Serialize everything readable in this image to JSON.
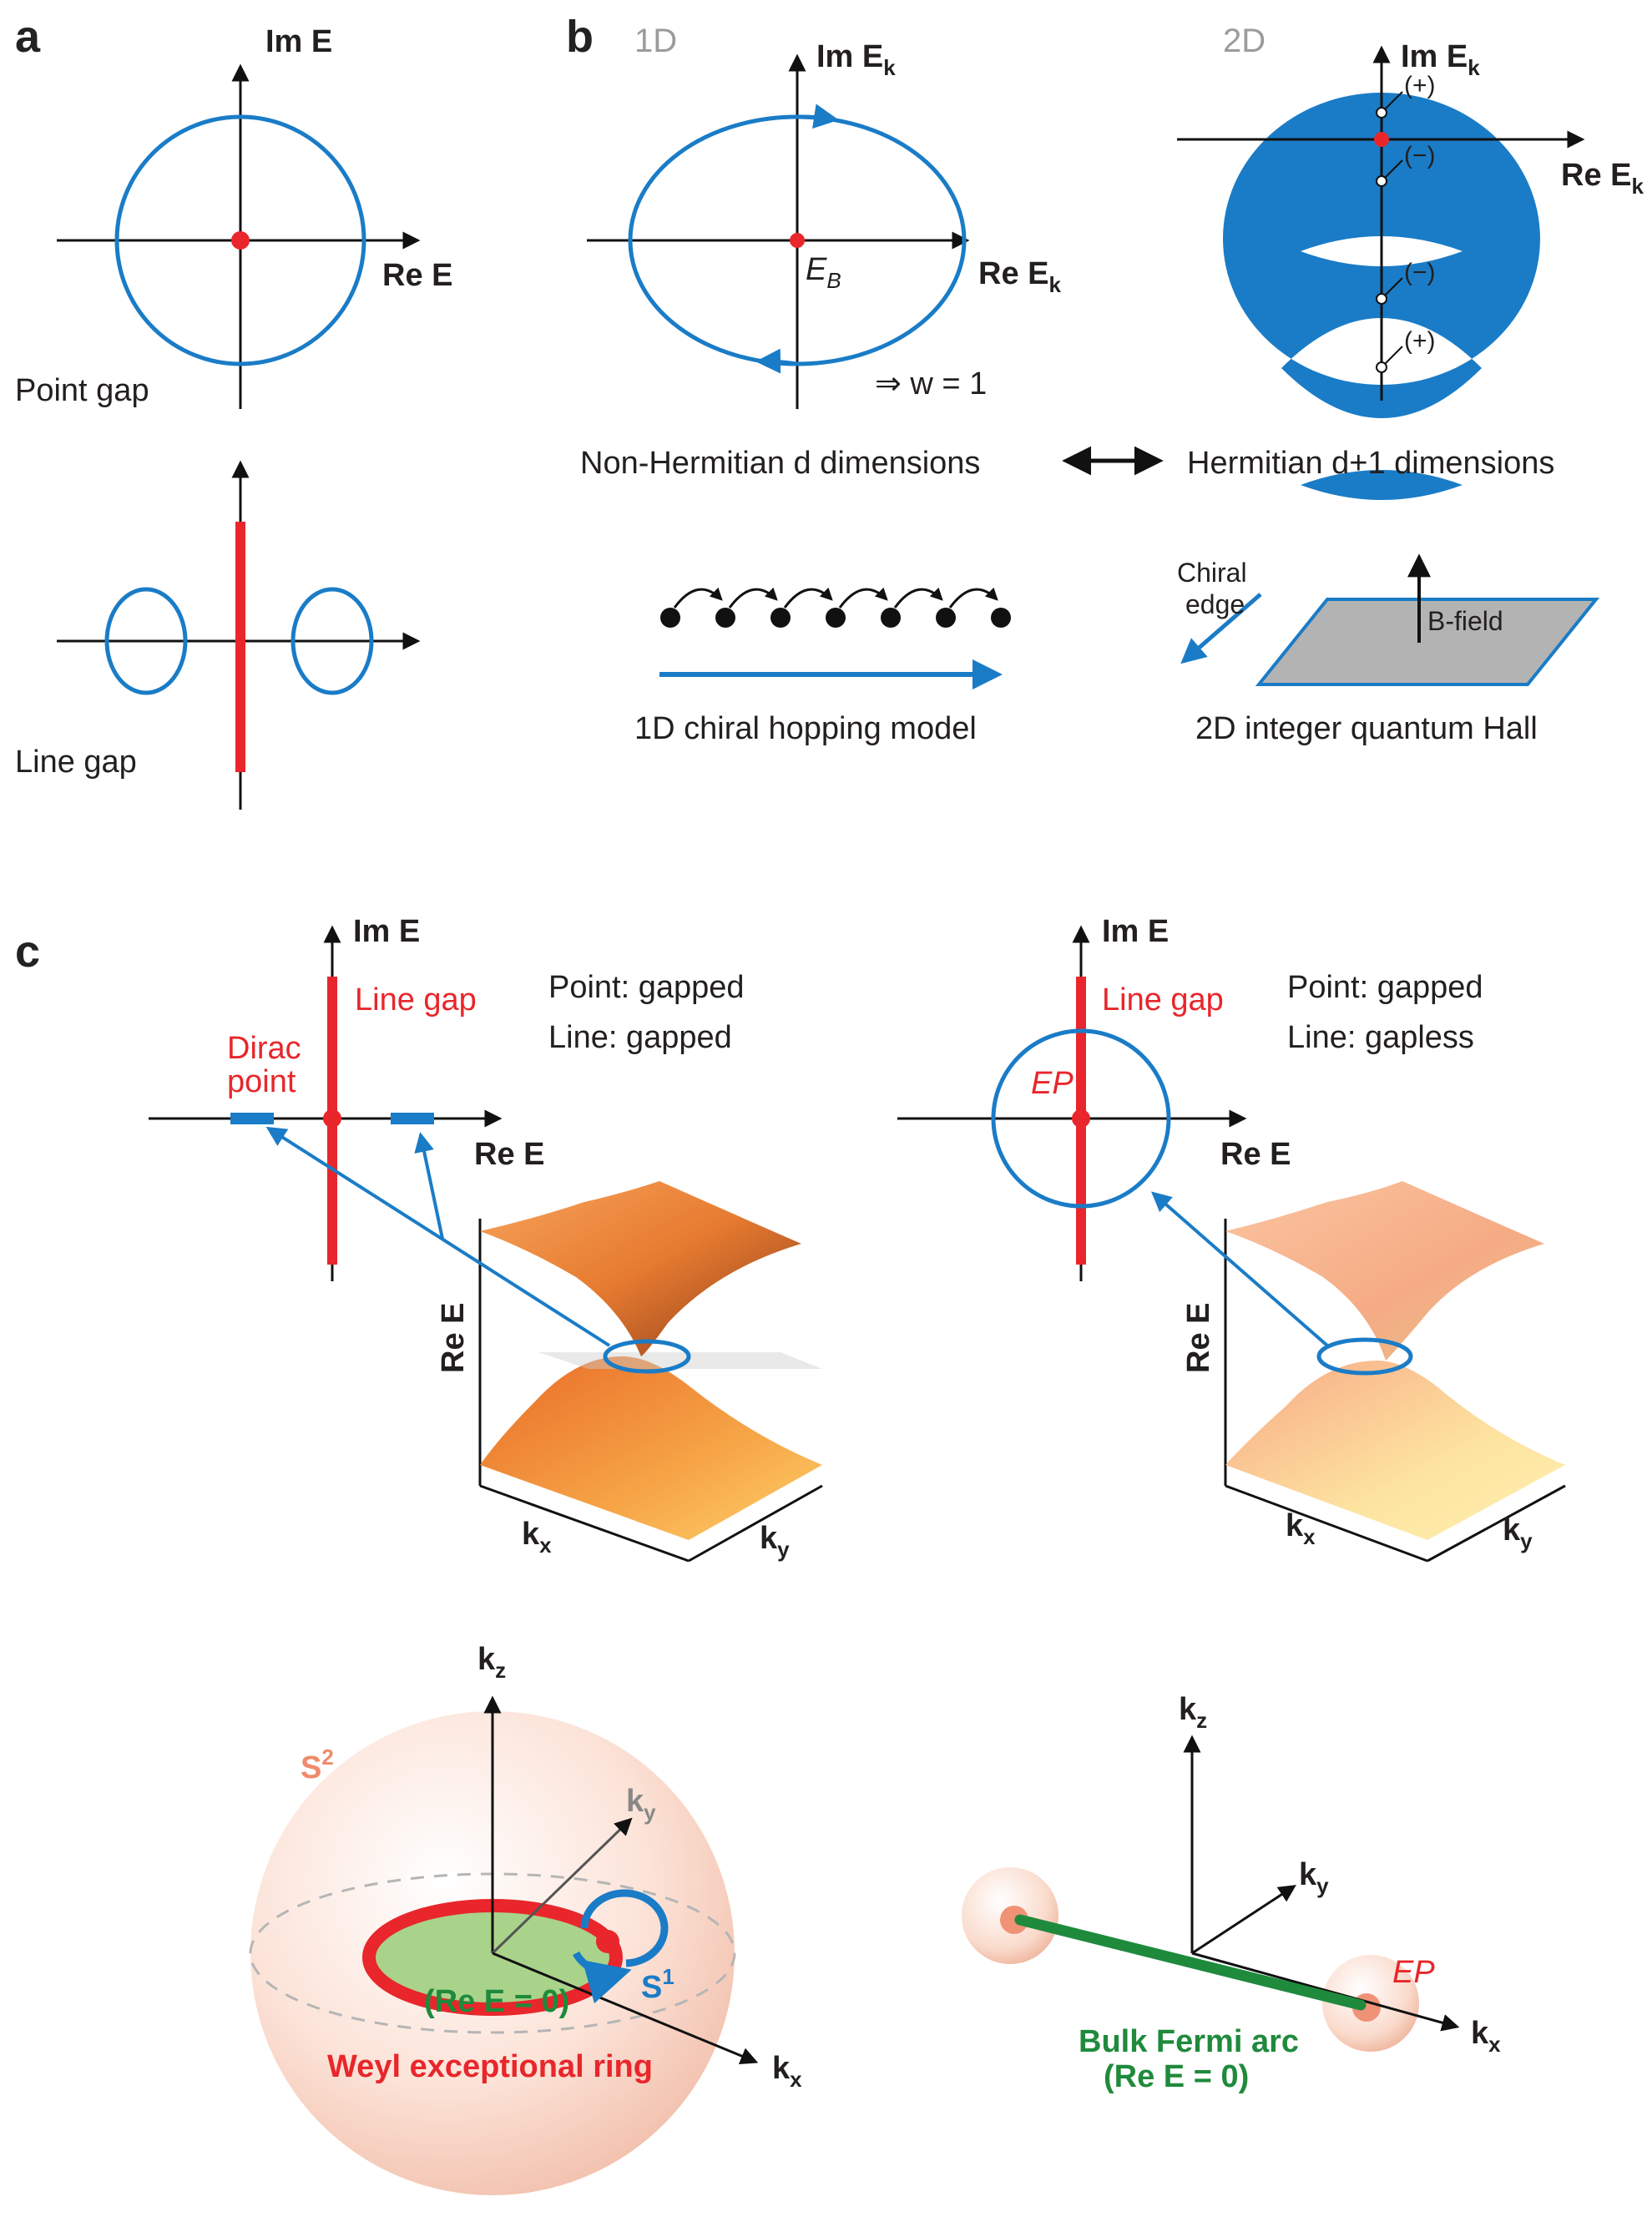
{
  "panel_a": {
    "letter": "a",
    "im_axis": "Im E",
    "re_axis": "Re E",
    "point_gap": "Point gap",
    "line_gap": "Line gap"
  },
  "panel_b": {
    "letter": "b",
    "tag_1d": "1D",
    "tag_2d": "2D",
    "im_axis_k": "Im E",
    "im_axis_k_sub": "k",
    "re_axis_k": "Re E",
    "re_axis_k_sub": "k",
    "eb_label": "E",
    "eb_sub": "B",
    "winding": "⇒ w = 1",
    "plus_top": "(+)",
    "minus_top": "(−)",
    "minus_bottom": "(−)",
    "plus_bottom": "(+)",
    "duality_left": "Non-Hermitian d dimensions",
    "duality_right": "Hermitian d+1 dimensions",
    "chiral_edge_line1": "Chiral",
    "chiral_edge_line2": "edge",
    "b_field": "B-field",
    "model_1d": "1D chiral hopping model",
    "model_2d": "2D integer quantum Hall"
  },
  "panel_c": {
    "letter": "c",
    "left": {
      "im_axis": "Im E",
      "re_axis": "Re E",
      "line_gap": "Line gap",
      "dirac_line1": "Dirac",
      "dirac_line2": "point",
      "status_point": "Point: gapped",
      "status_line": "Line: gapped",
      "surface_re_axis": "Re E",
      "kx": "k",
      "kx_sub": "x",
      "ky": "k",
      "ky_sub": "y"
    },
    "right": {
      "im_axis": "Im E",
      "re_axis": "Re E",
      "line_gap": "Line gap",
      "ep_label": "EP",
      "status_point": "Point: gapped",
      "status_line": "Line: gapless",
      "surface_re_axis": "Re E",
      "kx": "k",
      "kx_sub": "x",
      "ky": "k",
      "ky_sub": "y"
    },
    "sphere": {
      "s2": "S",
      "s2_sup": "2",
      "s1": "S",
      "s1_sup": "1",
      "kz": "k",
      "kz_sub": "z",
      "ky": "k",
      "ky_sub": "y",
      "kx": "k",
      "kx_sub": "x",
      "ring_region": "(Re E = 0)",
      "ring_label": "Weyl exceptional ring"
    },
    "arc": {
      "kz": "k",
      "kz_sub": "z",
      "ky": "k",
      "ky_sub": "y",
      "kx": "k",
      "kx_sub": "x",
      "ep_label": "EP",
      "arc_line1": "Bulk Fermi arc",
      "arc_line2": "(Re E = 0)"
    }
  },
  "colors": {
    "blue": "#1a7cc7",
    "red": "#e8262b",
    "green": "#1f8a3c",
    "dark": "#231f20",
    "gray_tag": "#9b9b9b"
  }
}
